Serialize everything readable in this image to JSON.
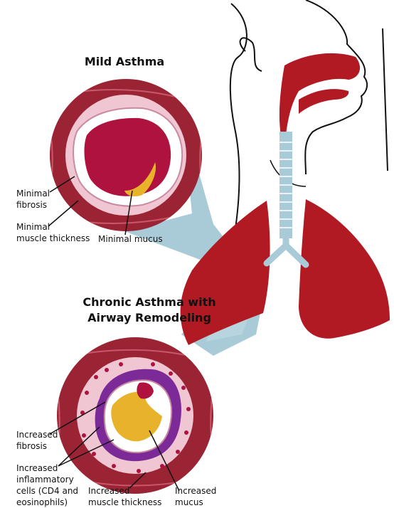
{
  "titles": {
    "mild": "Mild Asthma",
    "chronic_line1": "Chronic Asthma with",
    "chronic_line2": "Airway Remodeling"
  },
  "labels": {
    "minimal_fibrosis_1": "Minimal",
    "minimal_fibrosis_2": "fibrosis",
    "minimal_muscle_1": "Minimal",
    "minimal_muscle_2": "muscle thickness",
    "minimal_mucus": "Minimal mucus",
    "increased_fibrosis_1": "Increased",
    "increased_fibrosis_2": "fibrosis",
    "inflammatory_1": "Increased",
    "inflammatory_2": "inflammatory",
    "inflammatory_3": "cells (CD4 and",
    "inflammatory_4": "eosinophils)",
    "increased_muscle_1": "Increased",
    "increased_muscle_2": "muscle thickness",
    "increased_mucus_1": "Increased",
    "increased_mucus_2": "mucus"
  },
  "colors": {
    "muscle": "#9a2433",
    "tissue_pink": "#f1c6d3",
    "lumen": "#b0123f",
    "mucus": "#e8b32a",
    "inflammation": "#7b2a98",
    "lung": "#b11a22",
    "zoom_blue": "#a9cbd8"
  }
}
